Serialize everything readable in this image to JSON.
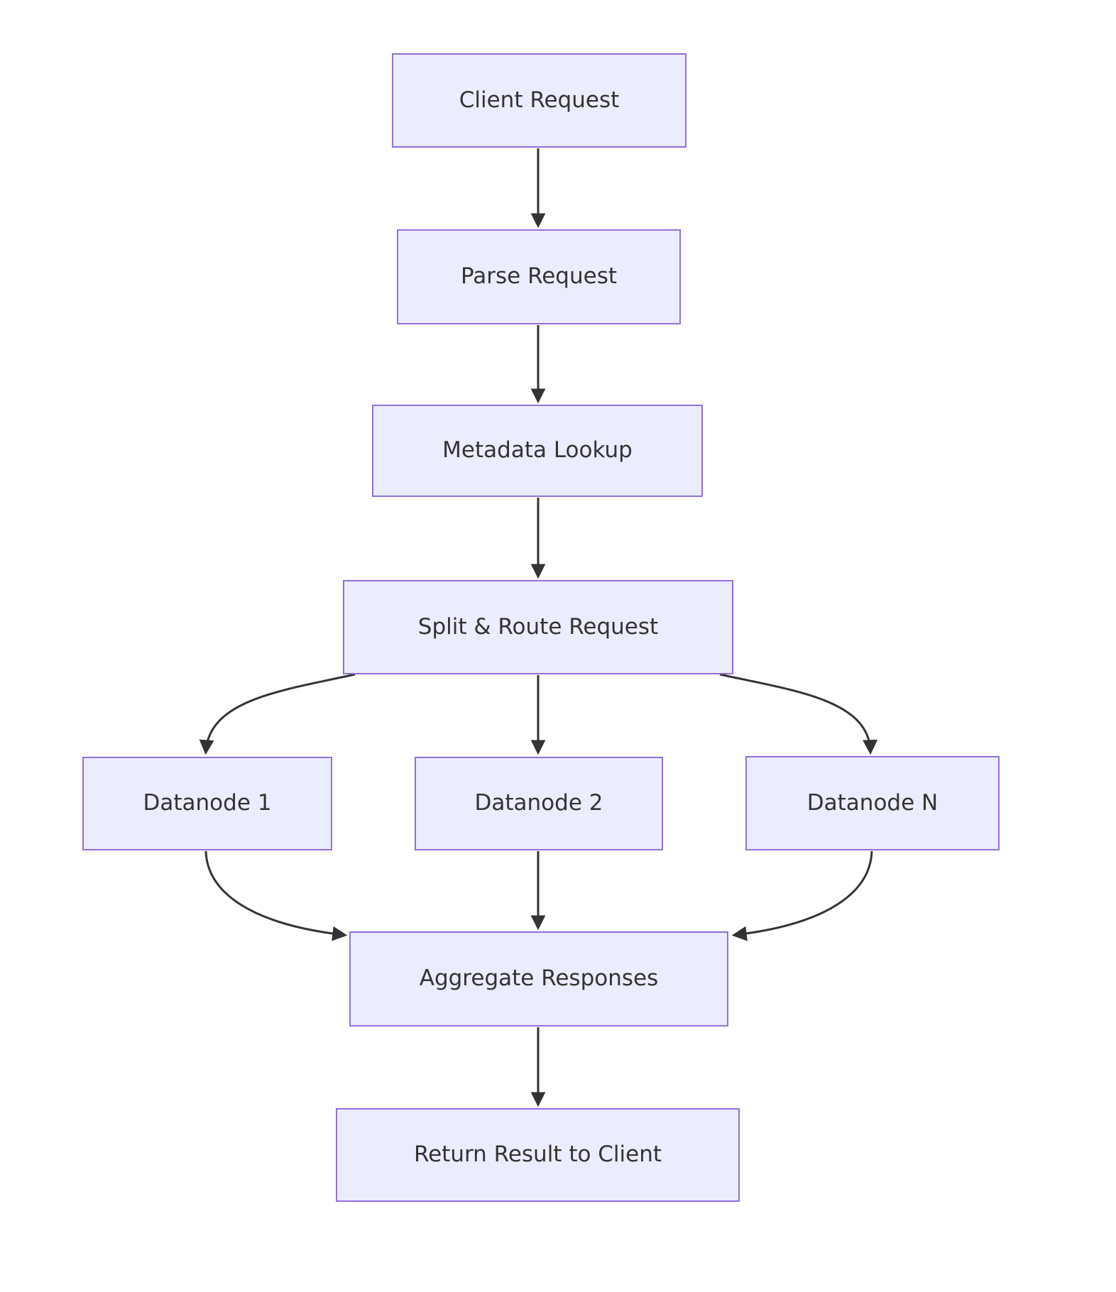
{
  "diagram": {
    "type": "flowchart",
    "direction": "top-down",
    "nodes": [
      {
        "id": "client",
        "label": "Client Request"
      },
      {
        "id": "parse",
        "label": "Parse Request"
      },
      {
        "id": "metadata",
        "label": "Metadata Lookup"
      },
      {
        "id": "split",
        "label": "Split & Route Request"
      },
      {
        "id": "datanode1",
        "label": "Datanode 1"
      },
      {
        "id": "datanode2",
        "label": "Datanode 2"
      },
      {
        "id": "datanodeN",
        "label": "Datanode N"
      },
      {
        "id": "aggregate",
        "label": "Aggregate Responses"
      },
      {
        "id": "return",
        "label": "Return Result to Client"
      }
    ],
    "edges": [
      {
        "from": "client",
        "to": "parse"
      },
      {
        "from": "parse",
        "to": "metadata"
      },
      {
        "from": "metadata",
        "to": "split"
      },
      {
        "from": "split",
        "to": "datanode1"
      },
      {
        "from": "split",
        "to": "datanode2"
      },
      {
        "from": "split",
        "to": "datanodeN"
      },
      {
        "from": "datanode1",
        "to": "aggregate"
      },
      {
        "from": "datanode2",
        "to": "aggregate"
      },
      {
        "from": "datanodeN",
        "to": "aggregate"
      },
      {
        "from": "aggregate",
        "to": "return"
      }
    ],
    "colors": {
      "node_fill": "#ECECFF",
      "node_border": "#9370DB",
      "text": "#333333",
      "edge": "#333333",
      "background": "#FFFFFF"
    }
  }
}
